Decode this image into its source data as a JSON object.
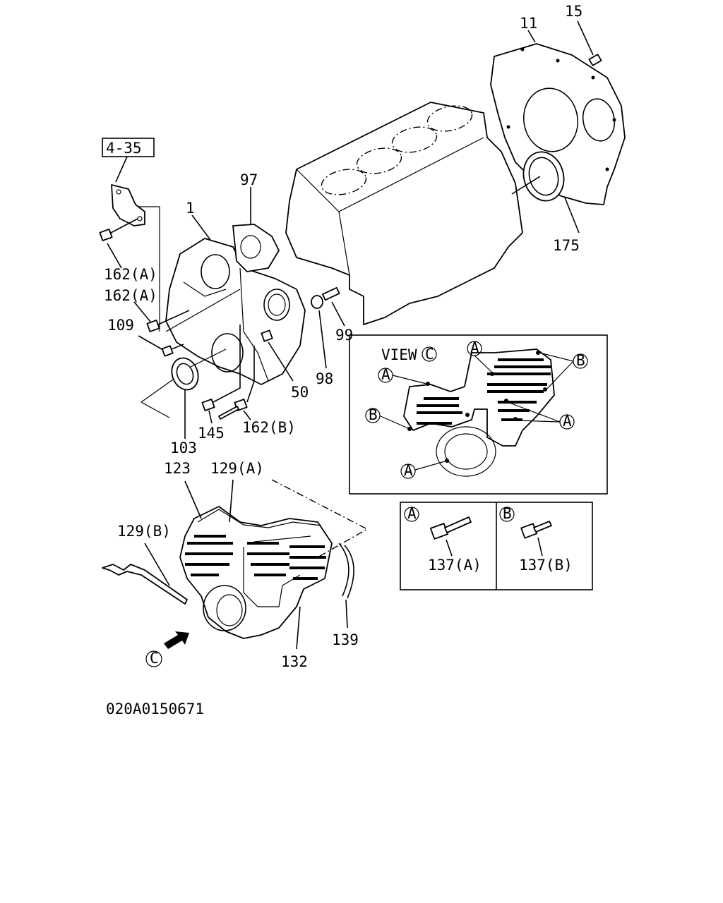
{
  "diagram": {
    "ref_box": "4-35",
    "drawing_id": "020A0150671",
    "view_title": "VIEW",
    "view_letter": "C",
    "arrow_letter": "C",
    "callouts": {
      "p11": "11",
      "p15": "15",
      "p175": "175",
      "p97": "97",
      "p1": "1",
      "p162a_1": "162(A)",
      "p162a_2": "162(A)",
      "p109": "109",
      "p99": "99",
      "p98": "98",
      "p50": "50",
      "p145": "145",
      "p162b": "162(B)",
      "p103": "103",
      "p123": "123",
      "p129a": "129(A)",
      "p129b": "129(B)",
      "p132": "132",
      "p139": "139"
    },
    "view_markers": {
      "a1": "A",
      "a2": "A",
      "a3": "A",
      "a4": "A",
      "b1": "B",
      "b2": "B"
    },
    "legend": {
      "a_letter": "A",
      "a_part": "137(A)",
      "b_letter": "B",
      "b_part": "137(B)"
    }
  }
}
